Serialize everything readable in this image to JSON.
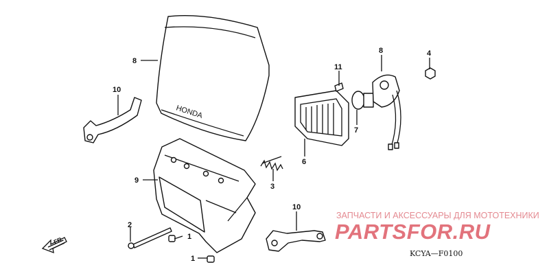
{
  "diagram": {
    "code": "KCYA—F0100",
    "front_label": "FR.",
    "brand_text": "HONDA",
    "callouts": [
      {
        "id": "windscreen",
        "text": "8"
      },
      {
        "id": "socket",
        "text": "8"
      },
      {
        "id": "nut-4",
        "text": "4"
      },
      {
        "id": "screw-11",
        "text": "11"
      },
      {
        "id": "stay-left",
        "text": "10"
      },
      {
        "id": "bulb",
        "text": "7"
      },
      {
        "id": "headlight",
        "text": "6"
      },
      {
        "id": "spring",
        "text": "3"
      },
      {
        "id": "case",
        "text": "9"
      },
      {
        "id": "bolt",
        "text": "2"
      },
      {
        "id": "grommet-upper",
        "text": "1"
      },
      {
        "id": "grommet-lower",
        "text": "1"
      },
      {
        "id": "stay-lower",
        "text": "10"
      }
    ]
  },
  "watermark": {
    "subtitle": "ЗАПЧАСТИ И АКСЕССУАРЫ ДЛЯ МОТОТЕХНИКИ",
    "brand": "PARTSFOR.RU"
  }
}
